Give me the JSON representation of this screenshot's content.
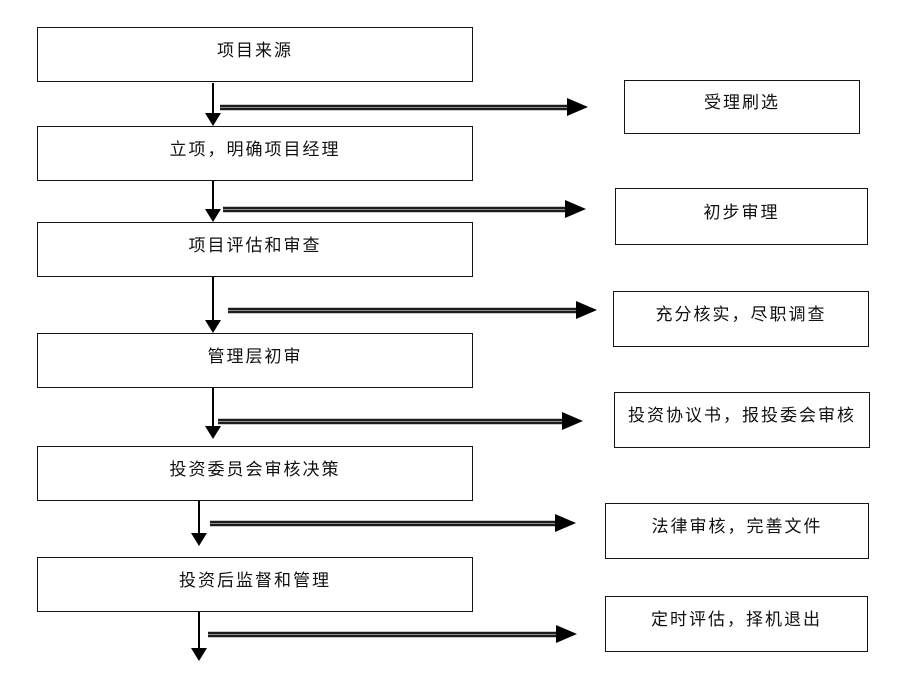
{
  "diagram": {
    "type": "flowchart",
    "background_color": "#ffffff",
    "box_border_color": "#151515",
    "arrow_color": "#000000",
    "left_steps": [
      {
        "label": "项目来源"
      },
      {
        "label": "立项，明确项目经理"
      },
      {
        "label": "项目评估和审查"
      },
      {
        "label": "管理层初审"
      },
      {
        "label": "投资委员会审核决策"
      },
      {
        "label": "投资后监督和管理"
      }
    ],
    "right_notes": [
      {
        "label": "受理刷选"
      },
      {
        "label": "初步审理"
      },
      {
        "label": "充分核实，尽职调查"
      },
      {
        "label": "投资协议书，报投委会审核"
      },
      {
        "label": "法律审核，完善文件"
      },
      {
        "label": "定时评估，择机退出"
      }
    ]
  }
}
